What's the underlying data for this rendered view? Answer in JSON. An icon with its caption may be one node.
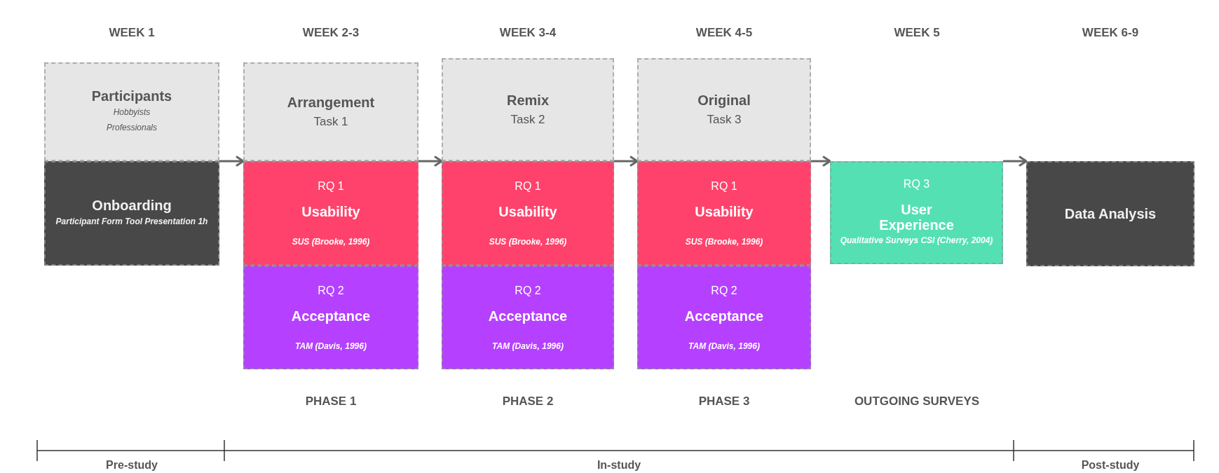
{
  "diagram": {
    "nodes": [
      {
        "text": [
          "Participants",
          "Hobbyists Professionals"
        ]
      },
      {
        "text": [
          "Onboarding",
          "Participant Form Tool Presentation 1h"
        ]
      },
      {
        "text": [
          "Arrangement",
          "Task 1"
        ]
      },
      {
        "text": [
          "RQ 1",
          "Usability",
          "SUS (Brooke, 1996)"
        ]
      },
      {
        "text": [
          "RQ 2",
          "Acceptance",
          "TAM (Davis, 1996)"
        ]
      },
      {
        "text": [
          "Remix",
          "Task 2"
        ]
      },
      {
        "text": [
          "RQ 1",
          "Usability",
          "SUS (Brooke, 1996)"
        ]
      },
      {
        "text": [
          "RQ 2",
          "Acceptance",
          "TAM (Davis, 1996)"
        ]
      },
      {
        "text": [
          "Original",
          "Task 3"
        ]
      },
      {
        "text": [
          "RQ 1",
          "Usability",
          "SUS (Brooke, 1996)"
        ]
      },
      {
        "text": [
          "RQ 2",
          "Acceptance",
          "TAM (Davis, 1996)"
        ]
      },
      {
        "text": [
          "RQ 3",
          "User Experience",
          "Qualitative Surveys CSI (Cherry, 2004)"
        ]
      },
      {
        "text": [
          "Data Analysis"
        ]
      }
    ],
    "edges": [
      {
        "from": 1,
        "to": 3,
        "arrow": "to"
      },
      {
        "from": 3,
        "to": 6,
        "arrow": "to"
      },
      {
        "from": 6,
        "to": 9,
        "arrow": "to"
      },
      {
        "from": 9,
        "to": 11,
        "arrow": "to"
      },
      {
        "from": 11,
        "to": 12,
        "arrow": "to"
      }
    ],
    "labels": [
      "WEEK 1",
      "WEEK 2-3",
      "WEEK 3-4",
      "WEEK 4-5",
      "WEEK 5",
      "WEEK 6-9",
      "PHASE 1",
      "PHASE 2",
      "PHASE 3",
      "OUTGOING SURVEYS",
      "Pre-study",
      "In-study",
      "Post-study"
    ]
  }
}
